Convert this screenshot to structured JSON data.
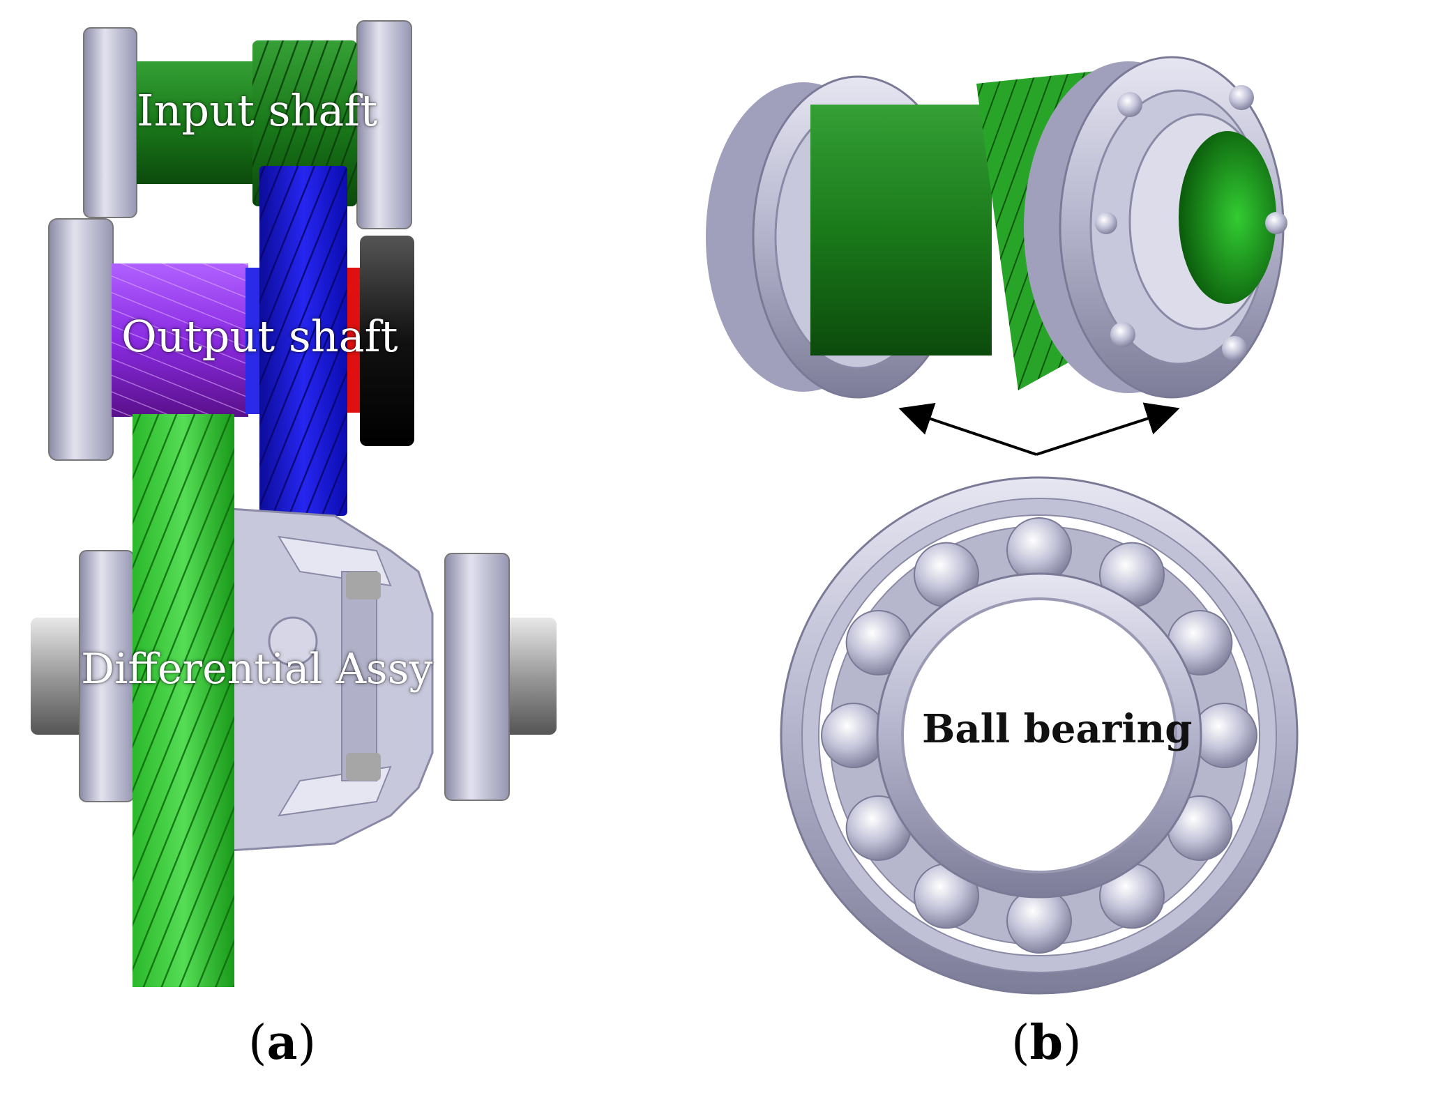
{
  "figure": {
    "panel_a": {
      "labels": {
        "input_shaft": "Input shaft",
        "output_shaft": "Output shaft",
        "differential": "Differential Assy"
      },
      "caption": {
        "open": "(",
        "letter": "a",
        "close": ")"
      }
    },
    "panel_b": {
      "labels": {
        "ball_bearing": "Ball bearing"
      },
      "caption": {
        "open": "(",
        "letter": "b",
        "close": ")"
      }
    }
  },
  "colors": {
    "bearing": "#b4b4cc",
    "input_green": "#1e7a1e",
    "bright_green": "#22b022",
    "output_purple": "#8a2be2",
    "output_blue": "#1a1ad8",
    "red_ring": "#e01010",
    "black_part": "#111111",
    "axle_grey": "#9a9a9a"
  }
}
